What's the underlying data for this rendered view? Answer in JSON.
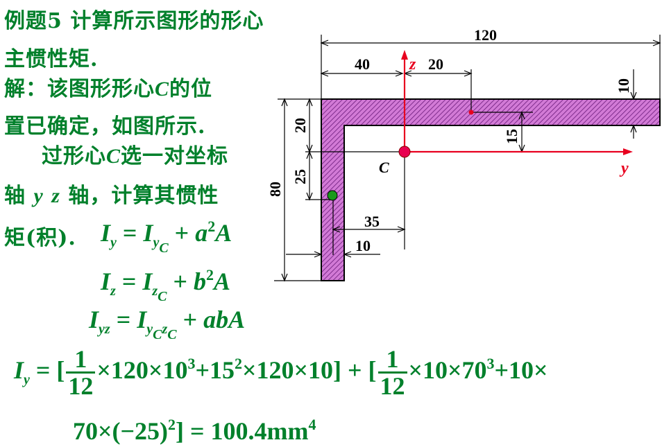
{
  "problem": {
    "title": "例题5  计算所示图形的形心",
    "line2": "主惯性矩.",
    "line3_a": "解：该图形形心",
    "line3_c": "C",
    "line3_b": "的位",
    "line4": "置已确定，如图所示.",
    "line5_a": "过形心",
    "line5_c": "C",
    "line5_b": "选一对坐标",
    "line6_a": "轴",
    "line6_y": "y",
    "line6_z": "z",
    "line6_b": "轴，计算其惯性",
    "line7": "矩(积)."
  },
  "formulas": {
    "iy_lhs": "I",
    "iy_lhs_sub": "y",
    "iy_eq": "=",
    "iy_I": "I",
    "iy_sub": "y",
    "iy_subsub": "C",
    "iy_plus": "+",
    "iy_a": "a",
    "iy_exp": "2",
    "iy_A": "A",
    "iz_lhs": "I",
    "iz_lhs_sub": "z",
    "iz_eq": "=",
    "iz_I": "I",
    "iz_sub": "z",
    "iz_subsub": "C",
    "iz_plus": "+",
    "iz_b": "b",
    "iz_exp": "2",
    "iz_A": "A",
    "iyz_lhs": "I",
    "iyz_lhs_sub": "yz",
    "iyz_eq": "=",
    "iyz_I": "I",
    "iyz_sub": "y",
    "iyz_subsub1": "C",
    "iyz_sub2": "z",
    "iyz_subsub2": "C",
    "iyz_plus": "+",
    "iyz_rhs": "abA"
  },
  "calculation": {
    "lhs": "I",
    "lhs_sub": "y",
    "eq": "= [",
    "frac1_num": "1",
    "frac1_den": "12",
    "part1": "×120×10",
    "part1_exp": "3",
    "part2": "+15",
    "part2_exp": "2",
    "part3": "×120×10] + [",
    "frac2_num": "1",
    "frac2_den": "12",
    "part4": "×10×70",
    "part4_exp": "3",
    "part5": "+10×",
    "line2_a": "70×(−25)",
    "line2_exp": "2",
    "line2_b": "] = 100.4mm",
    "line2_unit_exp": "4"
  },
  "figure": {
    "dim_total_width": "120",
    "dim_left": "40",
    "dim_z_offset": "20",
    "dim_flange_thickness": "10",
    "dim_flange_center": "15",
    "dim_top_to_c": "20",
    "dim_web_center": "25",
    "dim_height": "80",
    "dim_web_offset": "35",
    "dim_web_thickness": "10",
    "axis_z": "z",
    "axis_y": "y",
    "centroid_label": "C",
    "colors": {
      "section_fill": "#d27ad6",
      "section_hatch": "#6a1a7a",
      "axis": "#e8001f",
      "centroid": "#e8004f",
      "web_centroid": "#1a9a1a",
      "text": "#00802b"
    }
  }
}
